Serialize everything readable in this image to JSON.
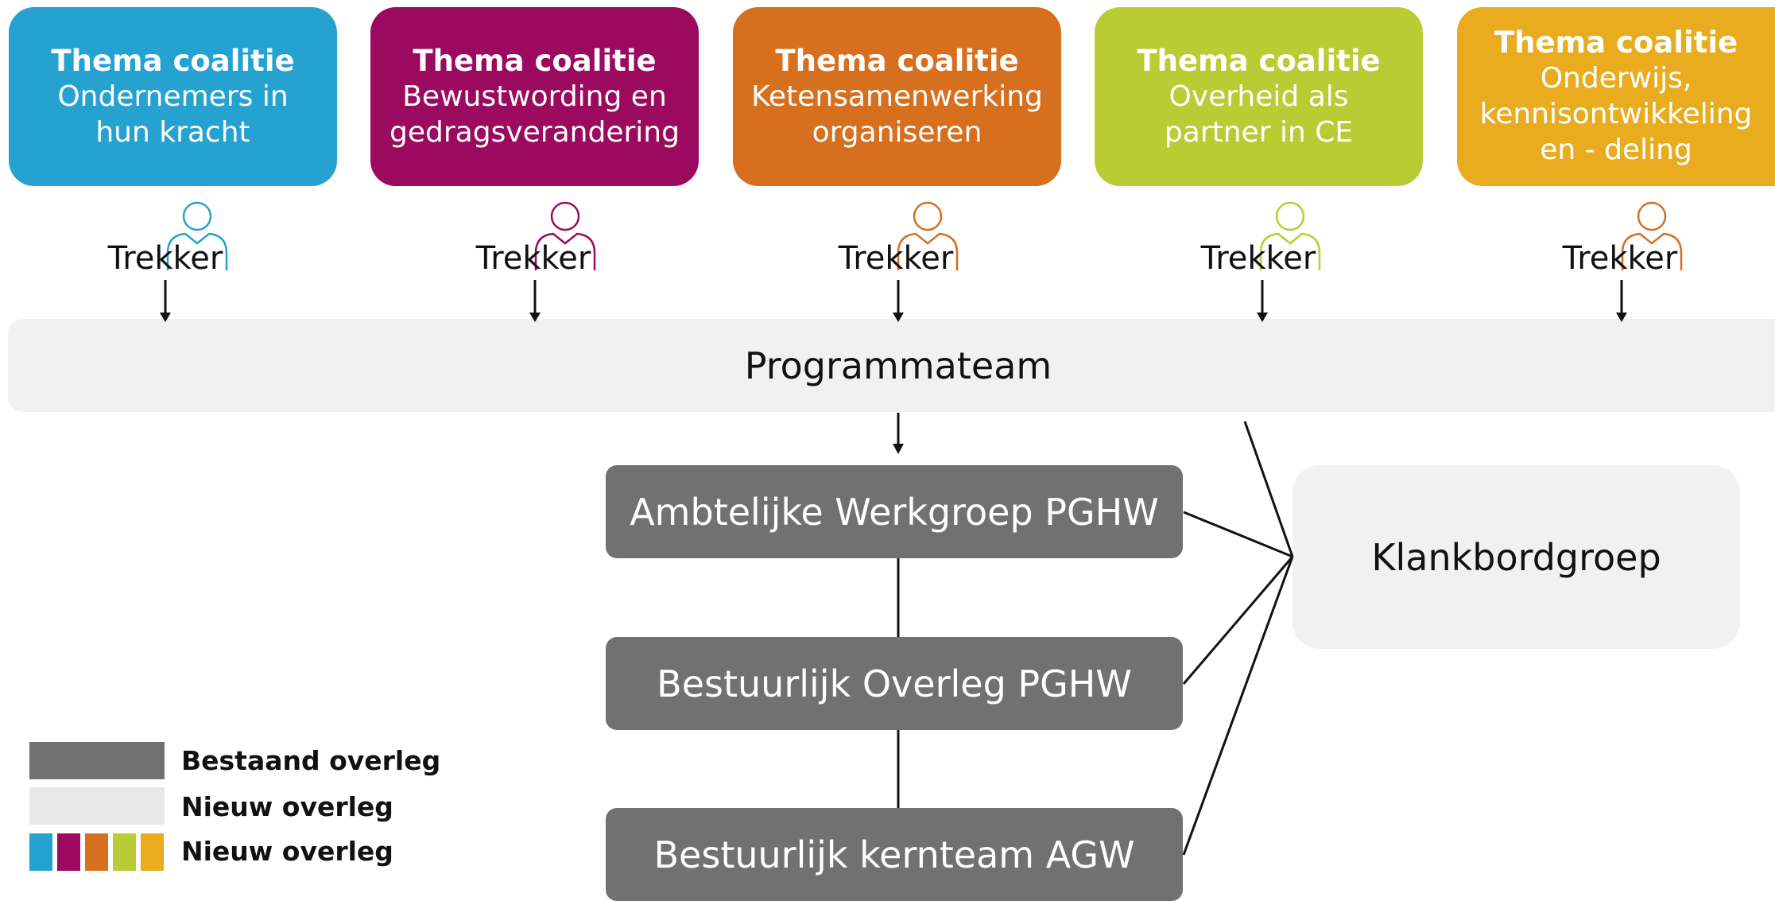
{
  "colors": {
    "blue": "#26a2d0",
    "purple": "#9b0a5f",
    "orange": "#d66f1e",
    "lime": "#b7cd33",
    "yellow": "#e8ac1e",
    "existing_gray": "#717171",
    "new_light": "#f1f1f1"
  },
  "themes": [
    {
      "title": "Thema coalitie",
      "subtitle": "Ondernemers in\nhun kracht",
      "color": "#26a2d0"
    },
    {
      "title": "Thema coalitie",
      "subtitle": "Bewustwording en\ngedragsverandering",
      "color": "#9b0a5f"
    },
    {
      "title": "Thema coalitie",
      "subtitle": "Ketensamenwerking\norganiseren",
      "color": "#d66f1e"
    },
    {
      "title": "Thema coalitie",
      "subtitle": "Overheid als\npartner in CE",
      "color": "#b7cd33"
    },
    {
      "title": "Thema coalitie",
      "subtitle": "Onderwijs,\nkennisontwikkeling\nen - deling",
      "color": "#e8ac1e"
    }
  ],
  "trekkers": [
    {
      "label": "Trekker",
      "icon": "person-icon",
      "color": "#26a2d0"
    },
    {
      "label": "Trekker",
      "icon": "person-icon",
      "color": "#9b0a5f"
    },
    {
      "label": "Trekker",
      "icon": "person-icon",
      "color": "#d66f1e"
    },
    {
      "label": "Trekker",
      "icon": "person-icon",
      "color": "#b7cd33"
    },
    {
      "label": "Trekker",
      "icon": "person-icon",
      "color": "#d66f1e"
    }
  ],
  "programmateam": "Programmateam",
  "ambtelijke_werkgroep": "Ambtelijke Werkgroep PGHW",
  "bestuurlijk_overleg": "Bestuurlijk Overleg PGHW",
  "bestuurlijk_kernteam": "Bestuurlijk kernteam AGW",
  "klankbordgroep": "Klankbordgroep",
  "legend": {
    "existing": "Bestaand overleg",
    "new_light": "Nieuw overleg",
    "new_colored": "Nieuw overleg"
  }
}
